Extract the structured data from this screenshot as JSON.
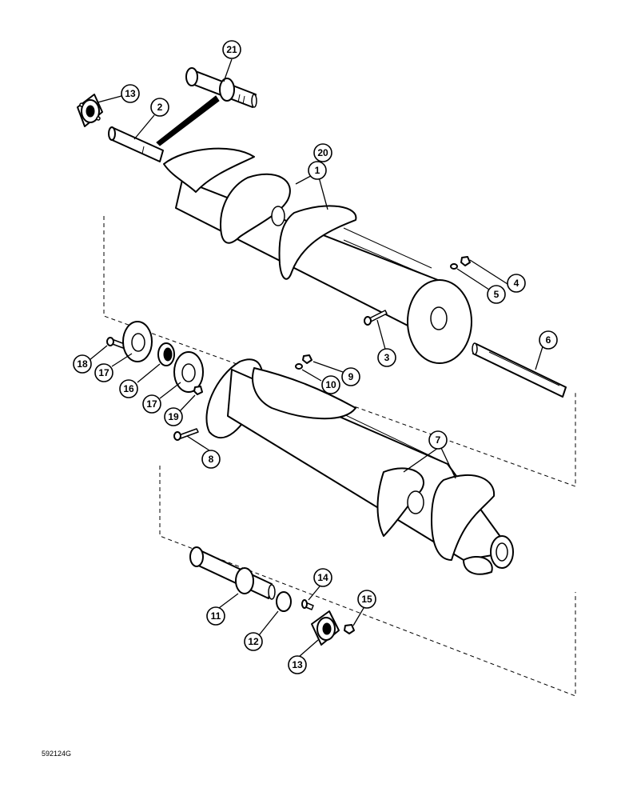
{
  "figure_code": "592124G",
  "callouts": [
    {
      "label": "21"
    },
    {
      "label": "13"
    },
    {
      "label": "2"
    },
    {
      "label": "20"
    },
    {
      "label": "1"
    },
    {
      "label": "4"
    },
    {
      "label": "5"
    },
    {
      "label": "3"
    },
    {
      "label": "6"
    },
    {
      "label": "18"
    },
    {
      "label": "17"
    },
    {
      "label": "16"
    },
    {
      "label": "17"
    },
    {
      "label": "19"
    },
    {
      "label": "9"
    },
    {
      "label": "10"
    },
    {
      "label": "8"
    },
    {
      "label": "7"
    },
    {
      "label": "14"
    },
    {
      "label": "15"
    },
    {
      "label": "11"
    },
    {
      "label": "12"
    },
    {
      "label": "13"
    }
  ]
}
